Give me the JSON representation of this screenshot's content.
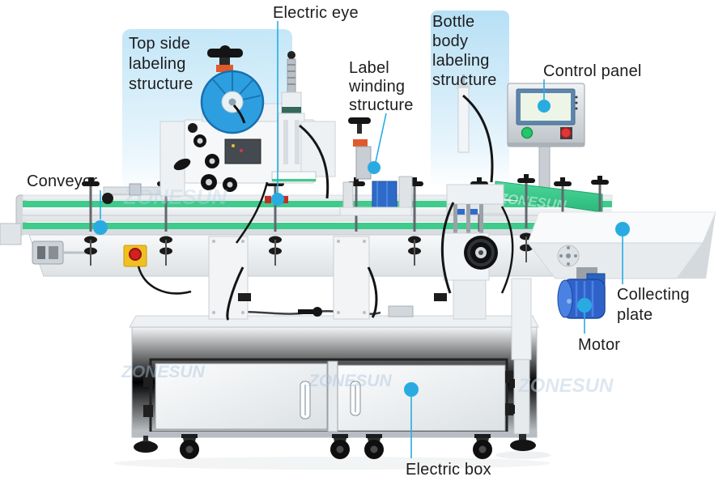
{
  "callouts": {
    "electric_eye": {
      "label": "Electric eye"
    },
    "top_side_labeling": {
      "label": "Top side\nlabeling\nstructure"
    },
    "label_winding": {
      "label": "Label\nwinding\nstructure"
    },
    "bottle_body_labeling": {
      "label": "Bottle\nbody\nlabeling\nstructure"
    },
    "control_panel": {
      "label": "Control panel"
    },
    "conveyor": {
      "label": "Conveyor"
    },
    "collecting_plate": {
      "label": "Collecting\nplate"
    },
    "motor": {
      "label": "Motor"
    },
    "electric_box": {
      "label": "Electric box"
    }
  },
  "watermark": {
    "text": "ZONESUN"
  },
  "colors": {
    "callout_accent": "#29abe2",
    "label_text": "#1d1d1f",
    "highlight_box_blue": "#bfe3f5",
    "belt_green": "#3ecb8b",
    "disc_blue": "#2d9fe0",
    "motor_blue": "#2f62c9",
    "estop_yellow": "#f0c020",
    "estop_red": "#d42020",
    "button_green": "#27c46a",
    "button_red": "#e03636"
  }
}
